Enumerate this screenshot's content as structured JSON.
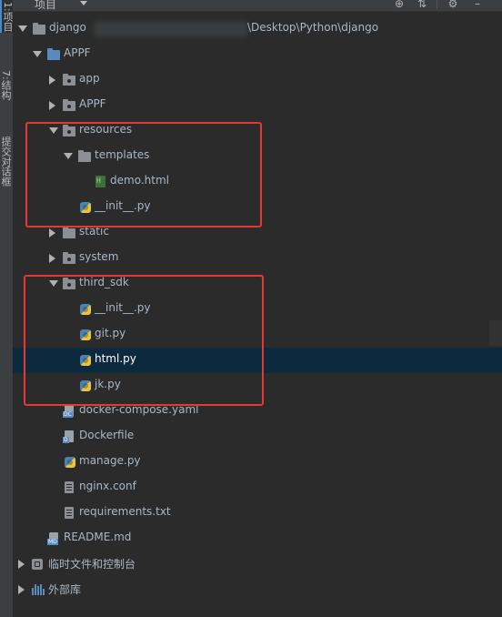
{
  "window": {
    "title": "项目",
    "side_tabs": {
      "project": "1:项目",
      "structure": "7:结构",
      "commit": "提交对话框"
    }
  },
  "tree": {
    "root": {
      "name": "django",
      "path_suffix": "\\Desktop\\Python\\django"
    },
    "appf": "APPF",
    "app": "app",
    "appf_inner": "APPF",
    "resources": "resources",
    "templates": "templates",
    "demo_html": "demo.html",
    "res_init": "__init__.py",
    "static": "static",
    "system": "system",
    "third_sdk": "third_sdk",
    "sdk_init": "__init__.py",
    "git_py": "git.py",
    "html_py": "html.py",
    "jk_py": "jk.py",
    "docker_compose": "docker-compose.yaml",
    "dockerfile": "Dockerfile",
    "manage_py": "manage.py",
    "nginx_conf": "nginx.conf",
    "requirements": "requirements.txt",
    "readme": "README.md",
    "scratches": "临时文件和控制台",
    "external_libs": "外部库"
  },
  "colors": {
    "background": "#2b2b2b",
    "selection": "#0d293e",
    "highlight_box": "#e53935",
    "green_text": "#62b543",
    "folder_blue": "#5a8bbf"
  }
}
